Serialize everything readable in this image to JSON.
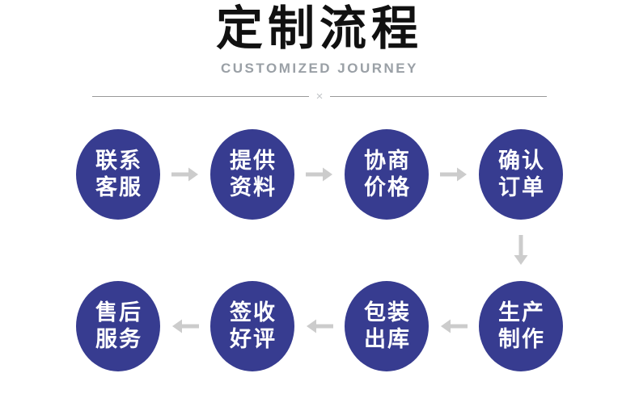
{
  "header": {
    "title": "定制流程",
    "subtitle": "CUSTOMIZED JOURNEY",
    "divider_symbol": "×"
  },
  "colors": {
    "circle_fill": "#373c90",
    "circle_text": "#ffffff",
    "arrow": "#cccccc",
    "title_text": "#111111",
    "subtitle_text": "#9aa0a6",
    "divider_line": "#999999"
  },
  "steps": [
    {
      "line1": "联系",
      "line2": "客服"
    },
    {
      "line1": "提供",
      "line2": "资料"
    },
    {
      "line1": "协商",
      "line2": "价格"
    },
    {
      "line1": "确认",
      "line2": "订单"
    },
    {
      "line1": "生产",
      "line2": "制作"
    },
    {
      "line1": "包装",
      "line2": "出库"
    },
    {
      "line1": "签收",
      "line2": "好评"
    },
    {
      "line1": "售后",
      "line2": "服务"
    }
  ]
}
